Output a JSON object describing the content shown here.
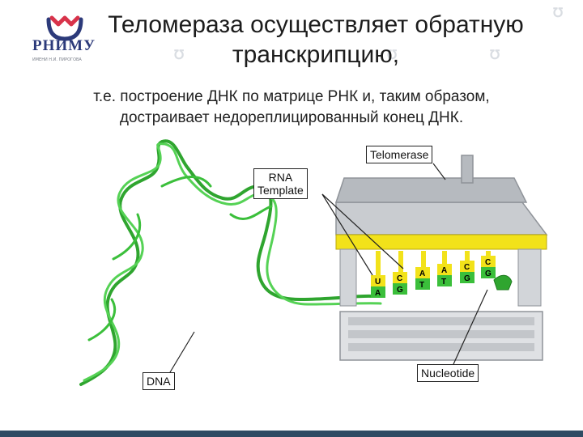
{
  "header": {
    "logo_name": "РНИМУ",
    "logo_subtitle": "ИМЕНИ Н.И. ПИРОГОВА"
  },
  "title": {
    "line1": "Теломераза осуществляет обратную",
    "line2": "транскрипцию,"
  },
  "subtitle": {
    "line1": "т.е. построение ДНК по матрице РНК и, таким образом,",
    "line2": "достраивает недореплицированный конец ДНК."
  },
  "diagram": {
    "labels": {
      "telomerase": "Telomerase",
      "rna_template_1": "RNA",
      "rna_template_2": "Template",
      "dna": "DNA",
      "nucleotide": "Nucleotide"
    },
    "rna_bases": [
      "U",
      "C",
      "A",
      "A",
      "C",
      "C"
    ],
    "dna_bases": [
      "A",
      "G",
      "T",
      "T",
      "G",
      "G"
    ],
    "colors": {
      "dna_green": "#3bbf3b",
      "rna_yellow": "#f2e21a",
      "enzyme_gray": "#c9ccd0",
      "bottom_bar": "#2f4b63"
    }
  }
}
